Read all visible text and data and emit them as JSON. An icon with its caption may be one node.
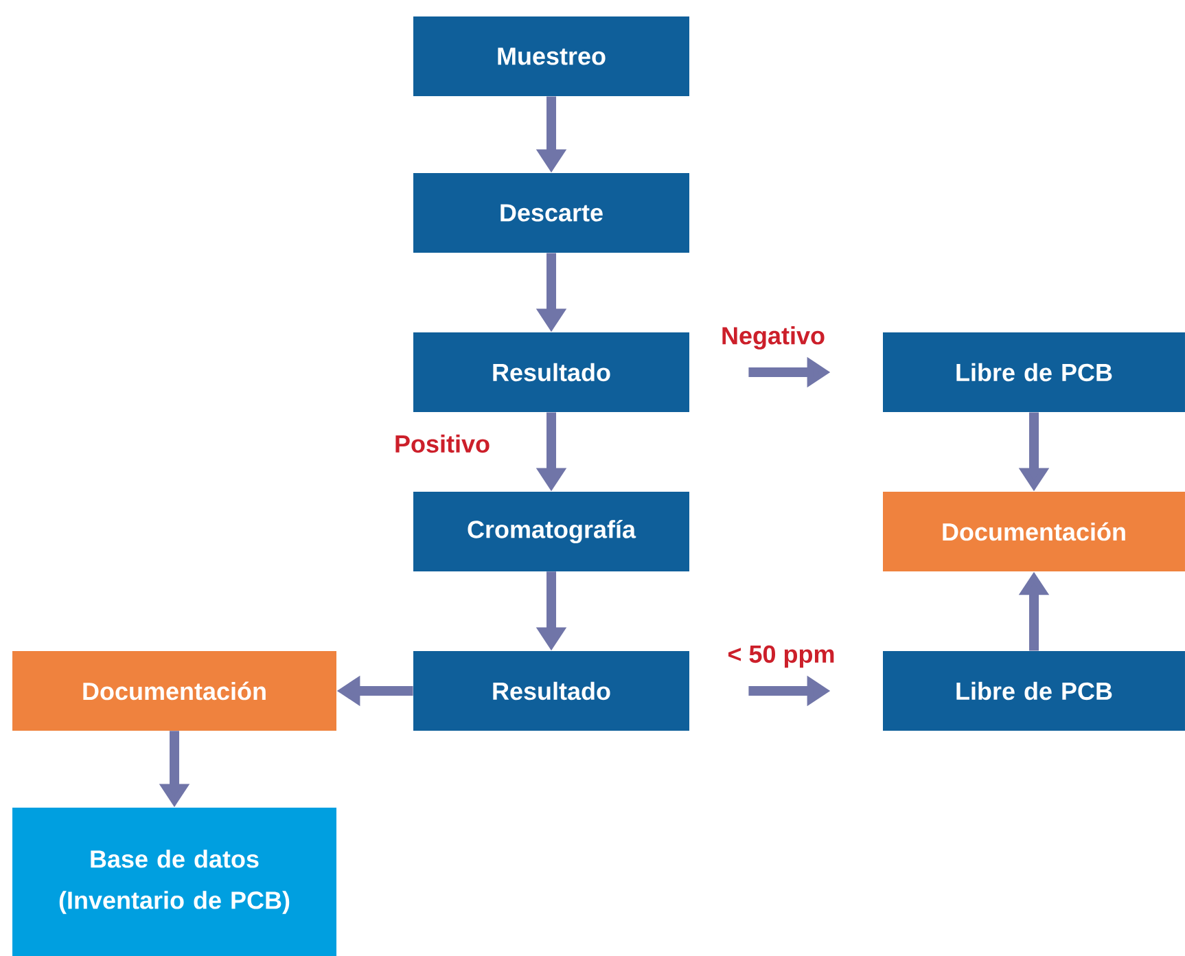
{
  "diagram": {
    "nodes": [
      {
        "text": [
          "Muestreo"
        ]
      },
      {
        "text": [
          "Descarte"
        ]
      },
      {
        "text": [
          "Resultado"
        ]
      },
      {
        "text": [
          "Libre de PCB"
        ]
      },
      {
        "text": [
          "Cromatografía"
        ]
      },
      {
        "text": [
          "Documentación"
        ]
      },
      {
        "text": [
          "Documentación"
        ]
      },
      {
        "text": [
          "Resultado"
        ]
      },
      {
        "text": [
          "Libre de PCB"
        ]
      },
      {
        "text": [
          "Base de datos (Inventario de PCB)"
        ]
      }
    ],
    "edges": [
      {
        "from": 0,
        "to": 1,
        "arrow": "to"
      },
      {
        "from": 1,
        "to": 2,
        "arrow": "to"
      },
      {
        "from": 2,
        "to": 3,
        "arrow": "to",
        "label": "Negativo"
      },
      {
        "from": 2,
        "to": 4,
        "arrow": "to",
        "label": "Positivo"
      },
      {
        "from": 3,
        "to": 5,
        "arrow": "to"
      },
      {
        "from": 4,
        "to": 7,
        "arrow": "to"
      },
      {
        "from": 7,
        "to": 6,
        "arrow": "to"
      },
      {
        "from": 7,
        "to": 8,
        "arrow": "to",
        "label": "< 50 ppm"
      },
      {
        "from": 8,
        "to": 5,
        "arrow": "to"
      },
      {
        "from": 6,
        "to": 9,
        "arrow": "to"
      }
    ]
  }
}
